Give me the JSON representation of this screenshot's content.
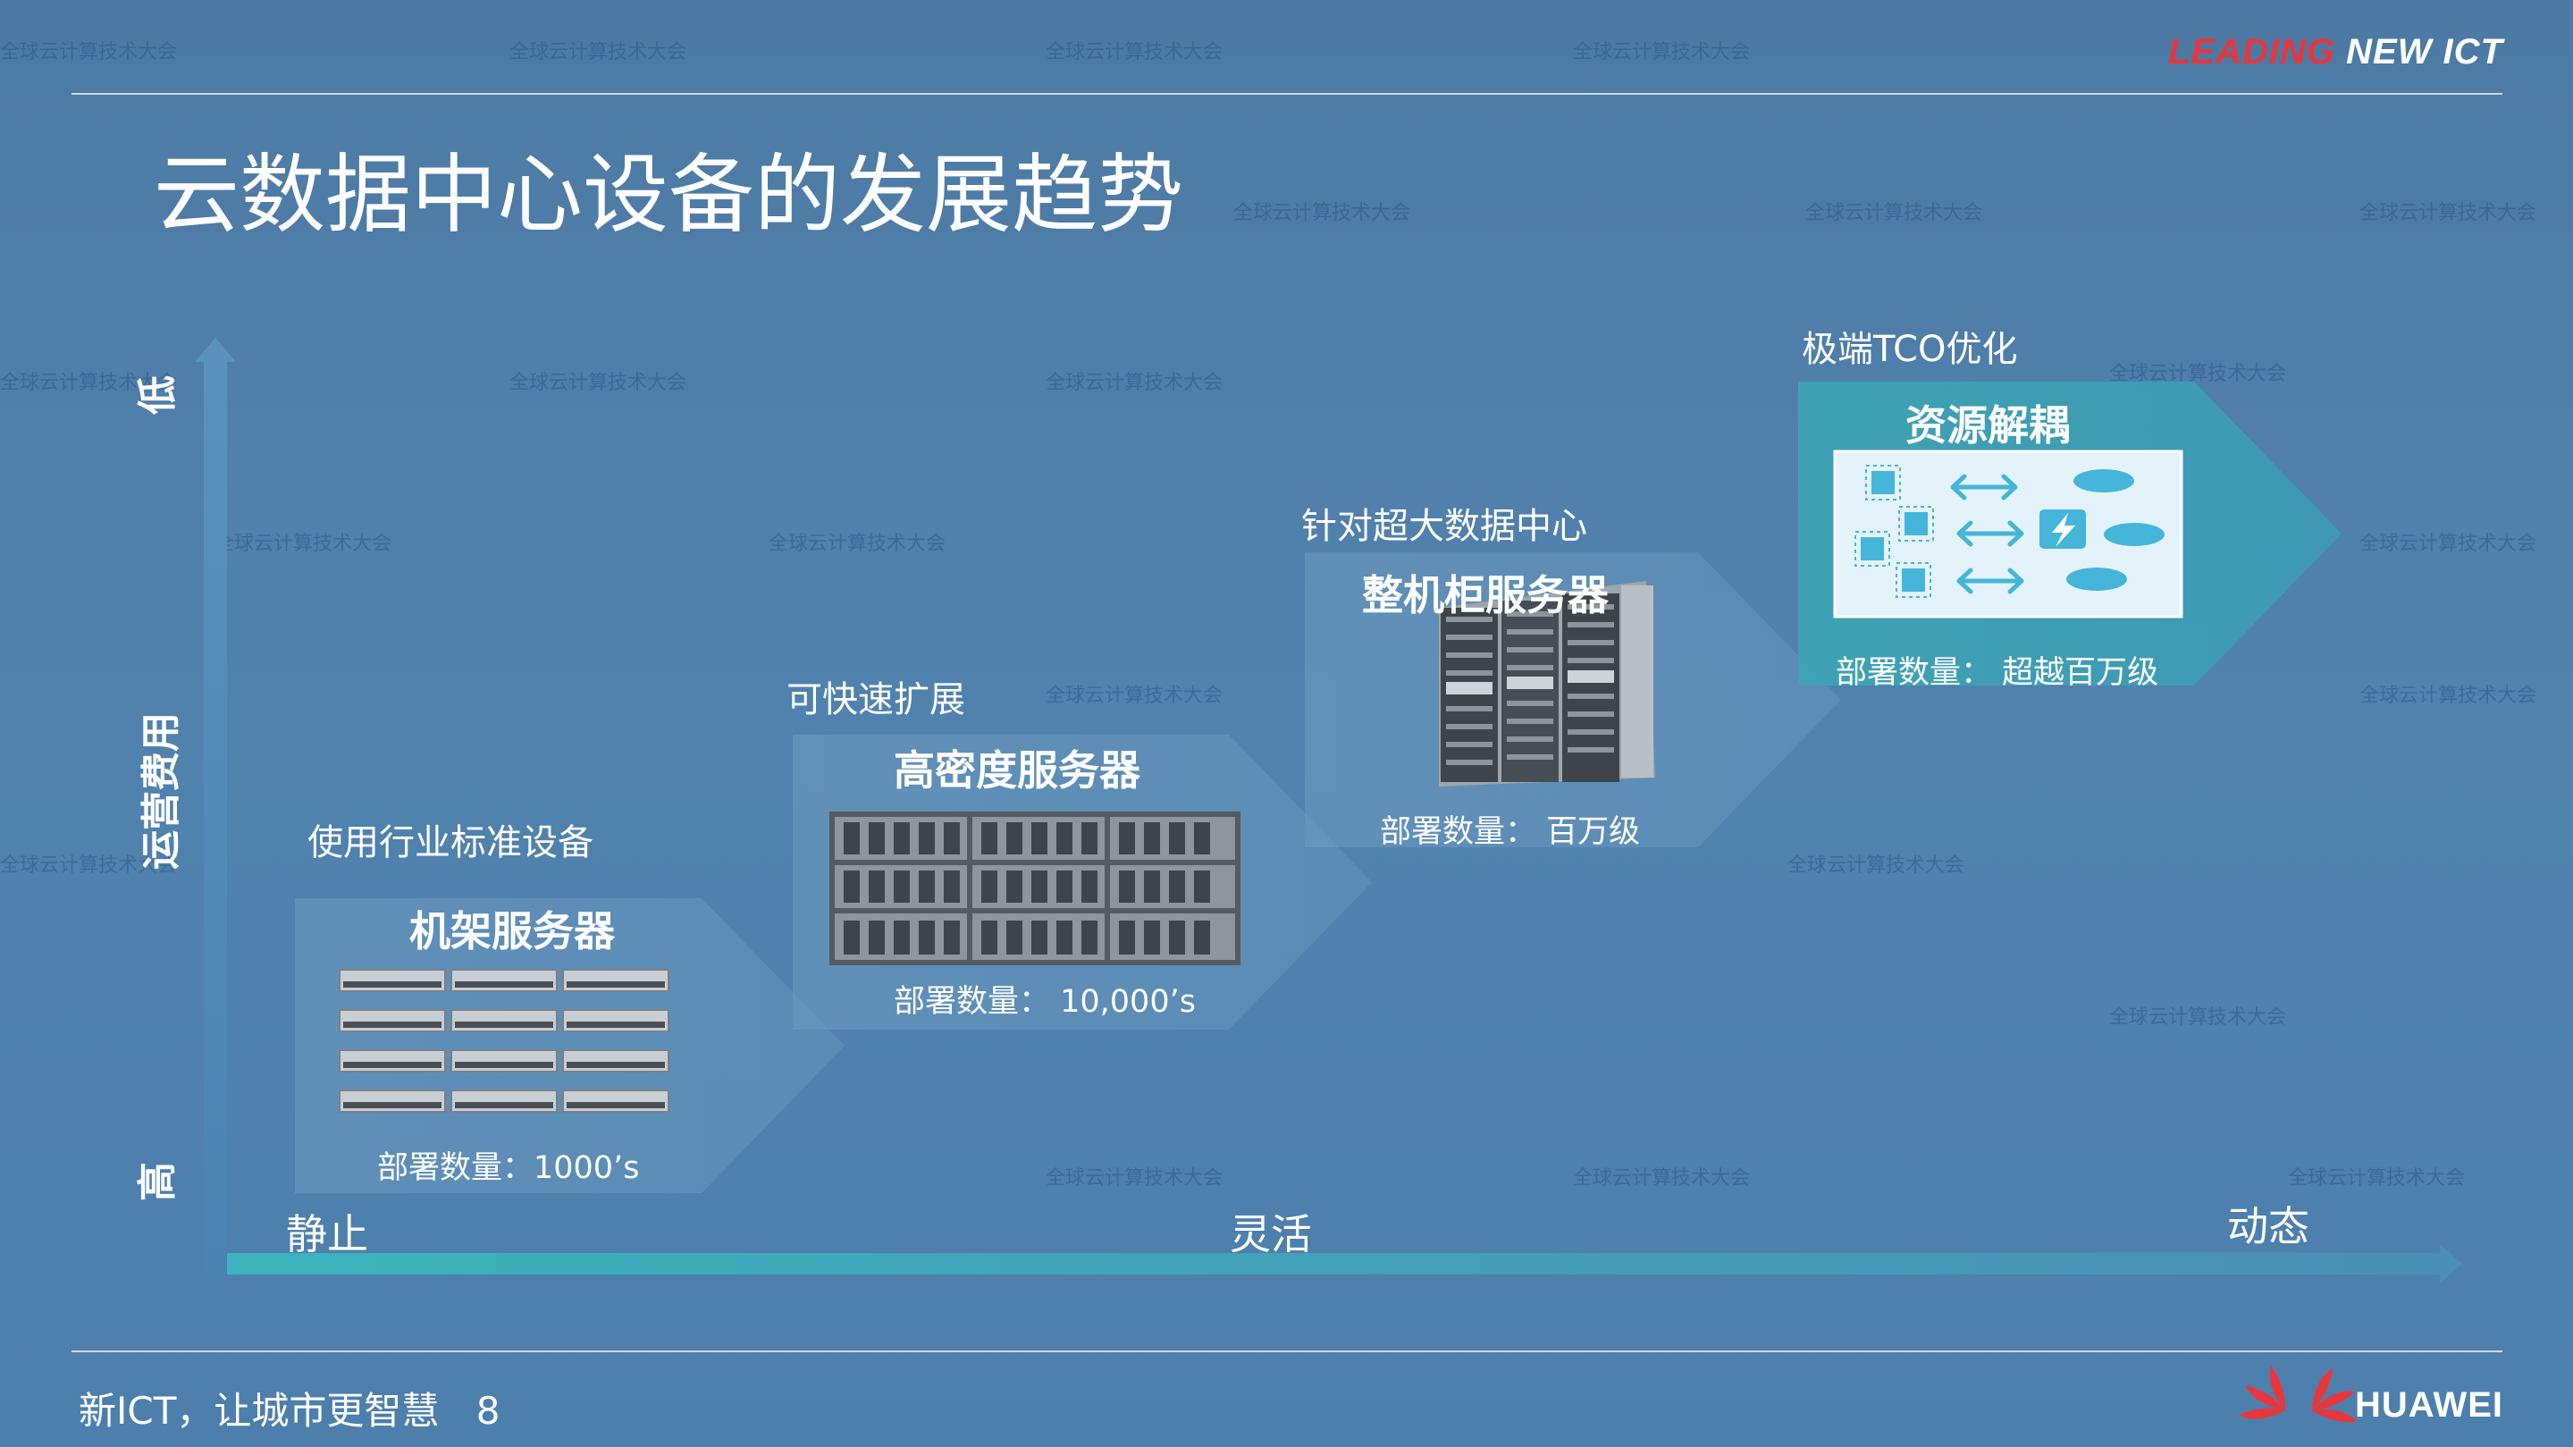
{
  "header": {
    "brand_lead": "LEADING",
    "brand_new": "NEW ICT"
  },
  "slide": {
    "title": "云数据中心设备的发展趋势"
  },
  "yaxis": {
    "low": "低",
    "label": "运营费用",
    "high": "高"
  },
  "xaxis": {
    "static": "静止",
    "flexible": "灵活",
    "dynamic": "动态"
  },
  "stages": [
    {
      "caption": "使用行业标准设备",
      "title": "机架服务器",
      "count": "部署数量：1000’s"
    },
    {
      "caption": "可快速扩展",
      "title": "高密度服务器",
      "count": "部署数量： 10,000’s"
    },
    {
      "caption": "针对超大数据中心",
      "title": "整机柜服务器",
      "count": "部署数量： 百万级"
    },
    {
      "caption": "极端TCO优化",
      "title": "资源解耦",
      "count": "部署数量： 超越百万级"
    }
  ],
  "footer": {
    "text": "新ICT，让城市更智慧",
    "page": "8"
  },
  "logo": {
    "text": "HUAWEI",
    "icon": "huawei-petal-icon"
  },
  "watermark": {
    "text": "全球云计算技术大会"
  },
  "colors": {
    "accent_red": "#e8383d",
    "teal": "#3aa8b8",
    "panel_bg": "#ffffff"
  }
}
